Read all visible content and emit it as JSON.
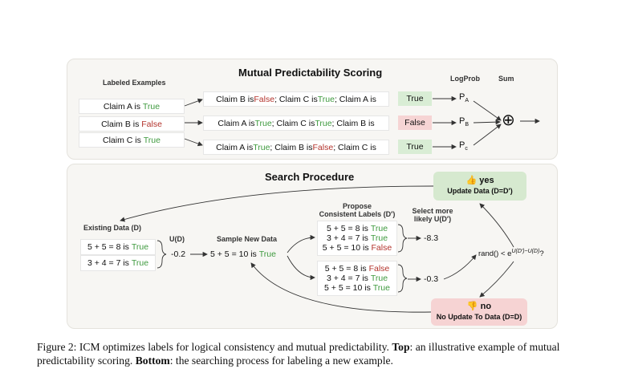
{
  "top": {
    "title": "Mutual Predictability Scoring",
    "labeled_examples_header": "Labeled Examples",
    "logprob_header": "LogProb",
    "sum_header": "Sum",
    "rows": [
      {
        "claim": "Claim A is",
        "label": "True",
        "label_kind": "true",
        "context": [
          {
            "text": "Claim B is ",
            "kind": "plain"
          },
          {
            "text": "False",
            "kind": "false"
          },
          {
            "text": "; Claim C is ",
            "kind": "plain"
          },
          {
            "text": "True",
            "kind": "true"
          },
          {
            "text": "; Claim A is",
            "kind": "plain"
          }
        ],
        "predicted": "True",
        "predicted_kind": "true",
        "p": "P",
        "p_sub": "A"
      },
      {
        "claim": "Claim B is",
        "label": "False",
        "label_kind": "false",
        "context": [
          {
            "text": "Claim A is ",
            "kind": "plain"
          },
          {
            "text": "True",
            "kind": "true"
          },
          {
            "text": "; Claim C is ",
            "kind": "plain"
          },
          {
            "text": "True",
            "kind": "true"
          },
          {
            "text": "; Claim B is",
            "kind": "plain"
          }
        ],
        "predicted": "False",
        "predicted_kind": "false",
        "p": "P",
        "p_sub": "B"
      },
      {
        "claim": "Claim C is",
        "label": "True",
        "label_kind": "true",
        "context": [
          {
            "text": "Claim A is ",
            "kind": "plain"
          },
          {
            "text": "True",
            "kind": "true"
          },
          {
            "text": "; Claim B is ",
            "kind": "plain"
          },
          {
            "text": "False",
            "kind": "false"
          },
          {
            "text": "; Claim C is",
            "kind": "plain"
          }
        ],
        "predicted": "True",
        "predicted_kind": "true",
        "p": "P",
        "p_sub": "c"
      }
    ],
    "sum_symbol": "⊕"
  },
  "bottom": {
    "title": "Search Procedure",
    "existing_header": "Existing Data (D)",
    "existing": [
      {
        "expr": "5 + 5 = 8 is",
        "label": "True",
        "kind": "true"
      },
      {
        "expr": "3 + 4 = 7 is",
        "label": "True",
        "kind": "true"
      }
    ],
    "ud_header": "U(D)",
    "ud_value": "-0.2",
    "sample_header": "Sample New Data",
    "sample": {
      "expr": "5 + 5 = 10 is",
      "label": "True",
      "kind": "true"
    },
    "propose_header_1": "Propose",
    "propose_header_2": "Consistent Labels (D′)",
    "candidates": [
      {
        "lines": [
          {
            "expr": "5 + 5 = 8 is",
            "label": "True",
            "kind": "true"
          },
          {
            "expr": "3 + 4 = 7 is",
            "label": "True",
            "kind": "true"
          },
          {
            "expr": "5 + 5 = 10 is",
            "label": "False",
            "kind": "false"
          }
        ],
        "score": "-8.3"
      },
      {
        "lines": [
          {
            "expr": "5 + 5 = 8 is",
            "label": "False",
            "kind": "false"
          },
          {
            "expr": "3 + 4 = 7 is",
            "label": "True",
            "kind": "true"
          },
          {
            "expr": "5 + 5 = 10 is",
            "label": "True",
            "kind": "true"
          }
        ],
        "score": "-0.3"
      }
    ],
    "select_header_1": "Select more",
    "select_header_2": "likely U(D′)",
    "accept_text": "rand() < e",
    "accept_exp": "U(D′)−U(D)",
    "accept_suffix": "?",
    "yes": {
      "icon": "👍",
      "label": "yes",
      "sub": "Update Data (D=D′)",
      "color": "#d6e9cf"
    },
    "no": {
      "icon": "👎",
      "label": "no",
      "sub": "No Update To Data (D=D)",
      "color": "#f6d3d3"
    }
  },
  "caption": {
    "lead": "Figure 2: ICM optimizes labels for logical consistency and mutual predictability. ",
    "top_label": "Top",
    "top_text": ": an illustrative example of mutual predictability scoring. ",
    "bottom_label": "Bottom",
    "bottom_text": ": the searching process for labeling a new example."
  },
  "colors": {
    "true": "#3f9a3f",
    "false": "#b3332c",
    "panel": "#f7f6f3"
  }
}
